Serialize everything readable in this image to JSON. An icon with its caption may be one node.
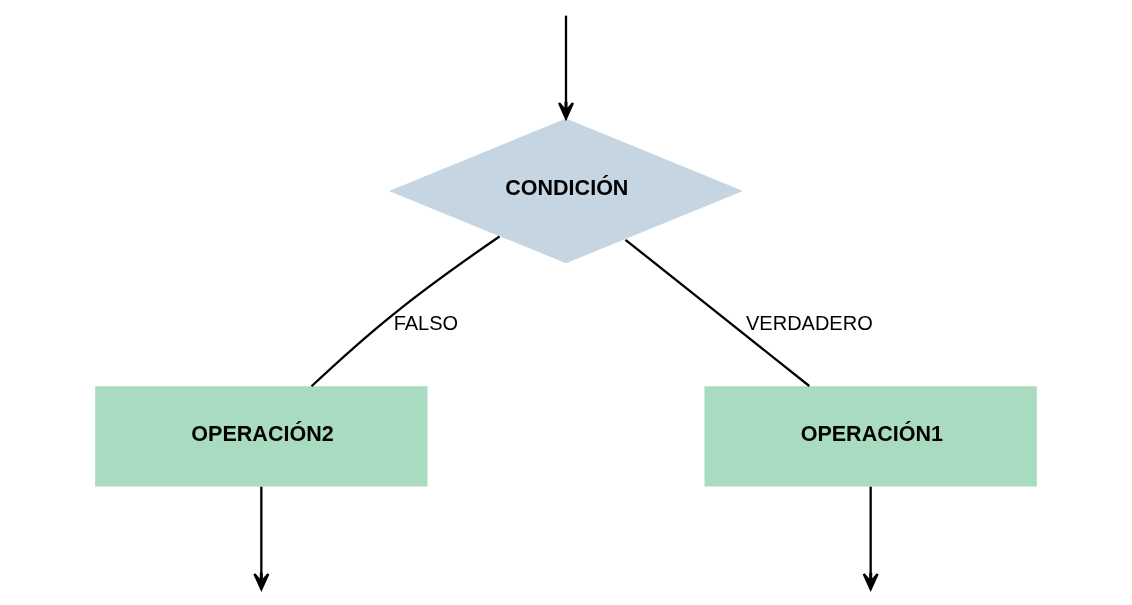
{
  "diagram": {
    "nodes": [
      {
        "text": [
          "CONDICIÓN"
        ]
      },
      {
        "text": [
          "OPERACIÓN2"
        ]
      },
      {
        "text": [
          "OPERACIÓN1"
        ]
      }
    ],
    "edges": [
      {
        "from": null,
        "to": 0,
        "arrow": "to"
      },
      {
        "from": 0,
        "to": 1,
        "arrow": "none",
        "label": "FALSO"
      },
      {
        "from": 0,
        "to": 2,
        "arrow": "none",
        "label": "VERDADERO"
      },
      {
        "from": 1,
        "to": null,
        "arrow": "to"
      },
      {
        "from": 2,
        "to": null,
        "arrow": "to"
      }
    ]
  }
}
